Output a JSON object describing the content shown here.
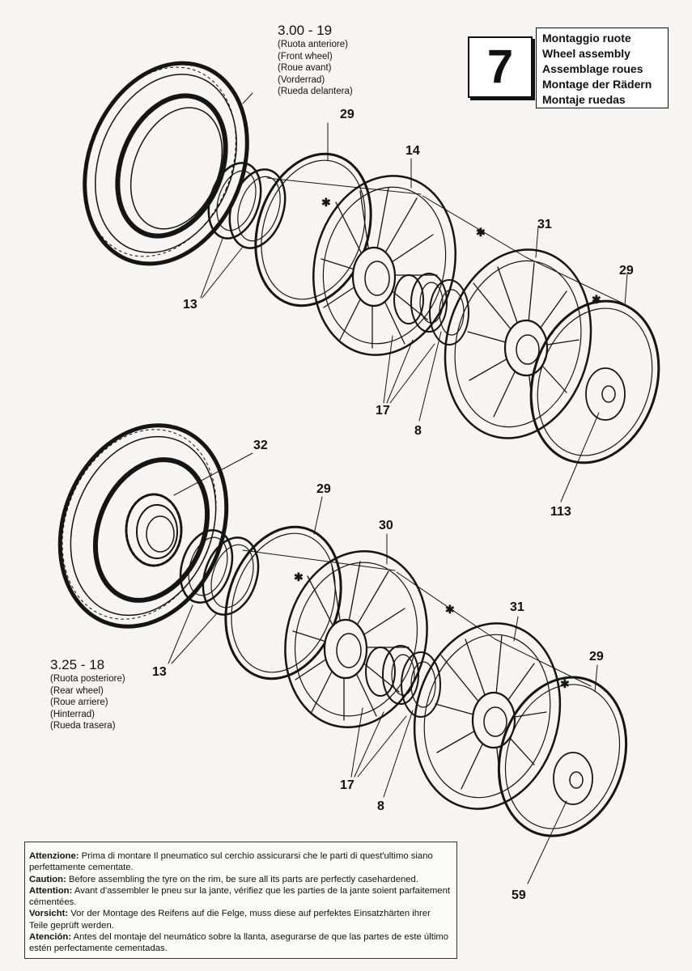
{
  "step": {
    "number": "7"
  },
  "title": {
    "lines": [
      "Montaggio ruote",
      "Wheel assembly",
      "Assemblage roues",
      "Montage der Rädern",
      "Montaje ruedas"
    ]
  },
  "front_wheel": {
    "size": "3.00 - 19",
    "labels": [
      "(Ruota anteriore)",
      "(Front wheel)",
      "(Roue avant)",
      "(Vorderrad)",
      "(Rueda delantera)"
    ]
  },
  "rear_wheel": {
    "size": "3.25 - 18",
    "labels": [
      "(Ruota posteriore)",
      "(Rear wheel)",
      "(Roue arriere)",
      "(Hinterrad)",
      "(Rueda trasera)"
    ]
  },
  "callouts": {
    "front": [
      "29",
      "14",
      "31",
      "29",
      "13",
      "17",
      "8",
      "113"
    ],
    "rear": [
      "32",
      "29",
      "30",
      "31",
      "29",
      "13",
      "17",
      "8",
      "59"
    ]
  },
  "notes": [
    {
      "lead": "Attenzione:",
      "text": " Prima di montare Il pneumatico sul cerchio assicurarsi che le parti di quest'ultimo siano perfettamente cementate."
    },
    {
      "lead": "Caution:",
      "text": " Before assembling the tyre on the rim, be sure all its parts are perfectly casehardened."
    },
    {
      "lead": "Attention:",
      "text": " Avant d'assembler le pneu sur la jante, vérifiez que les parties de la jante soient parfaitement cémentées."
    },
    {
      "lead": "Vorsicht:",
      "text": " Vor der Montage des Reifens auf die Felge, muss diese auf perfektes Einsatzhärten ihrer Teile geprüft werden."
    },
    {
      "lead": "Atención:",
      "text": " Antes del montaje del neumático sobre la llanta, asegurarse de que las partes de este último estén perfectamente cementadas."
    }
  ]
}
